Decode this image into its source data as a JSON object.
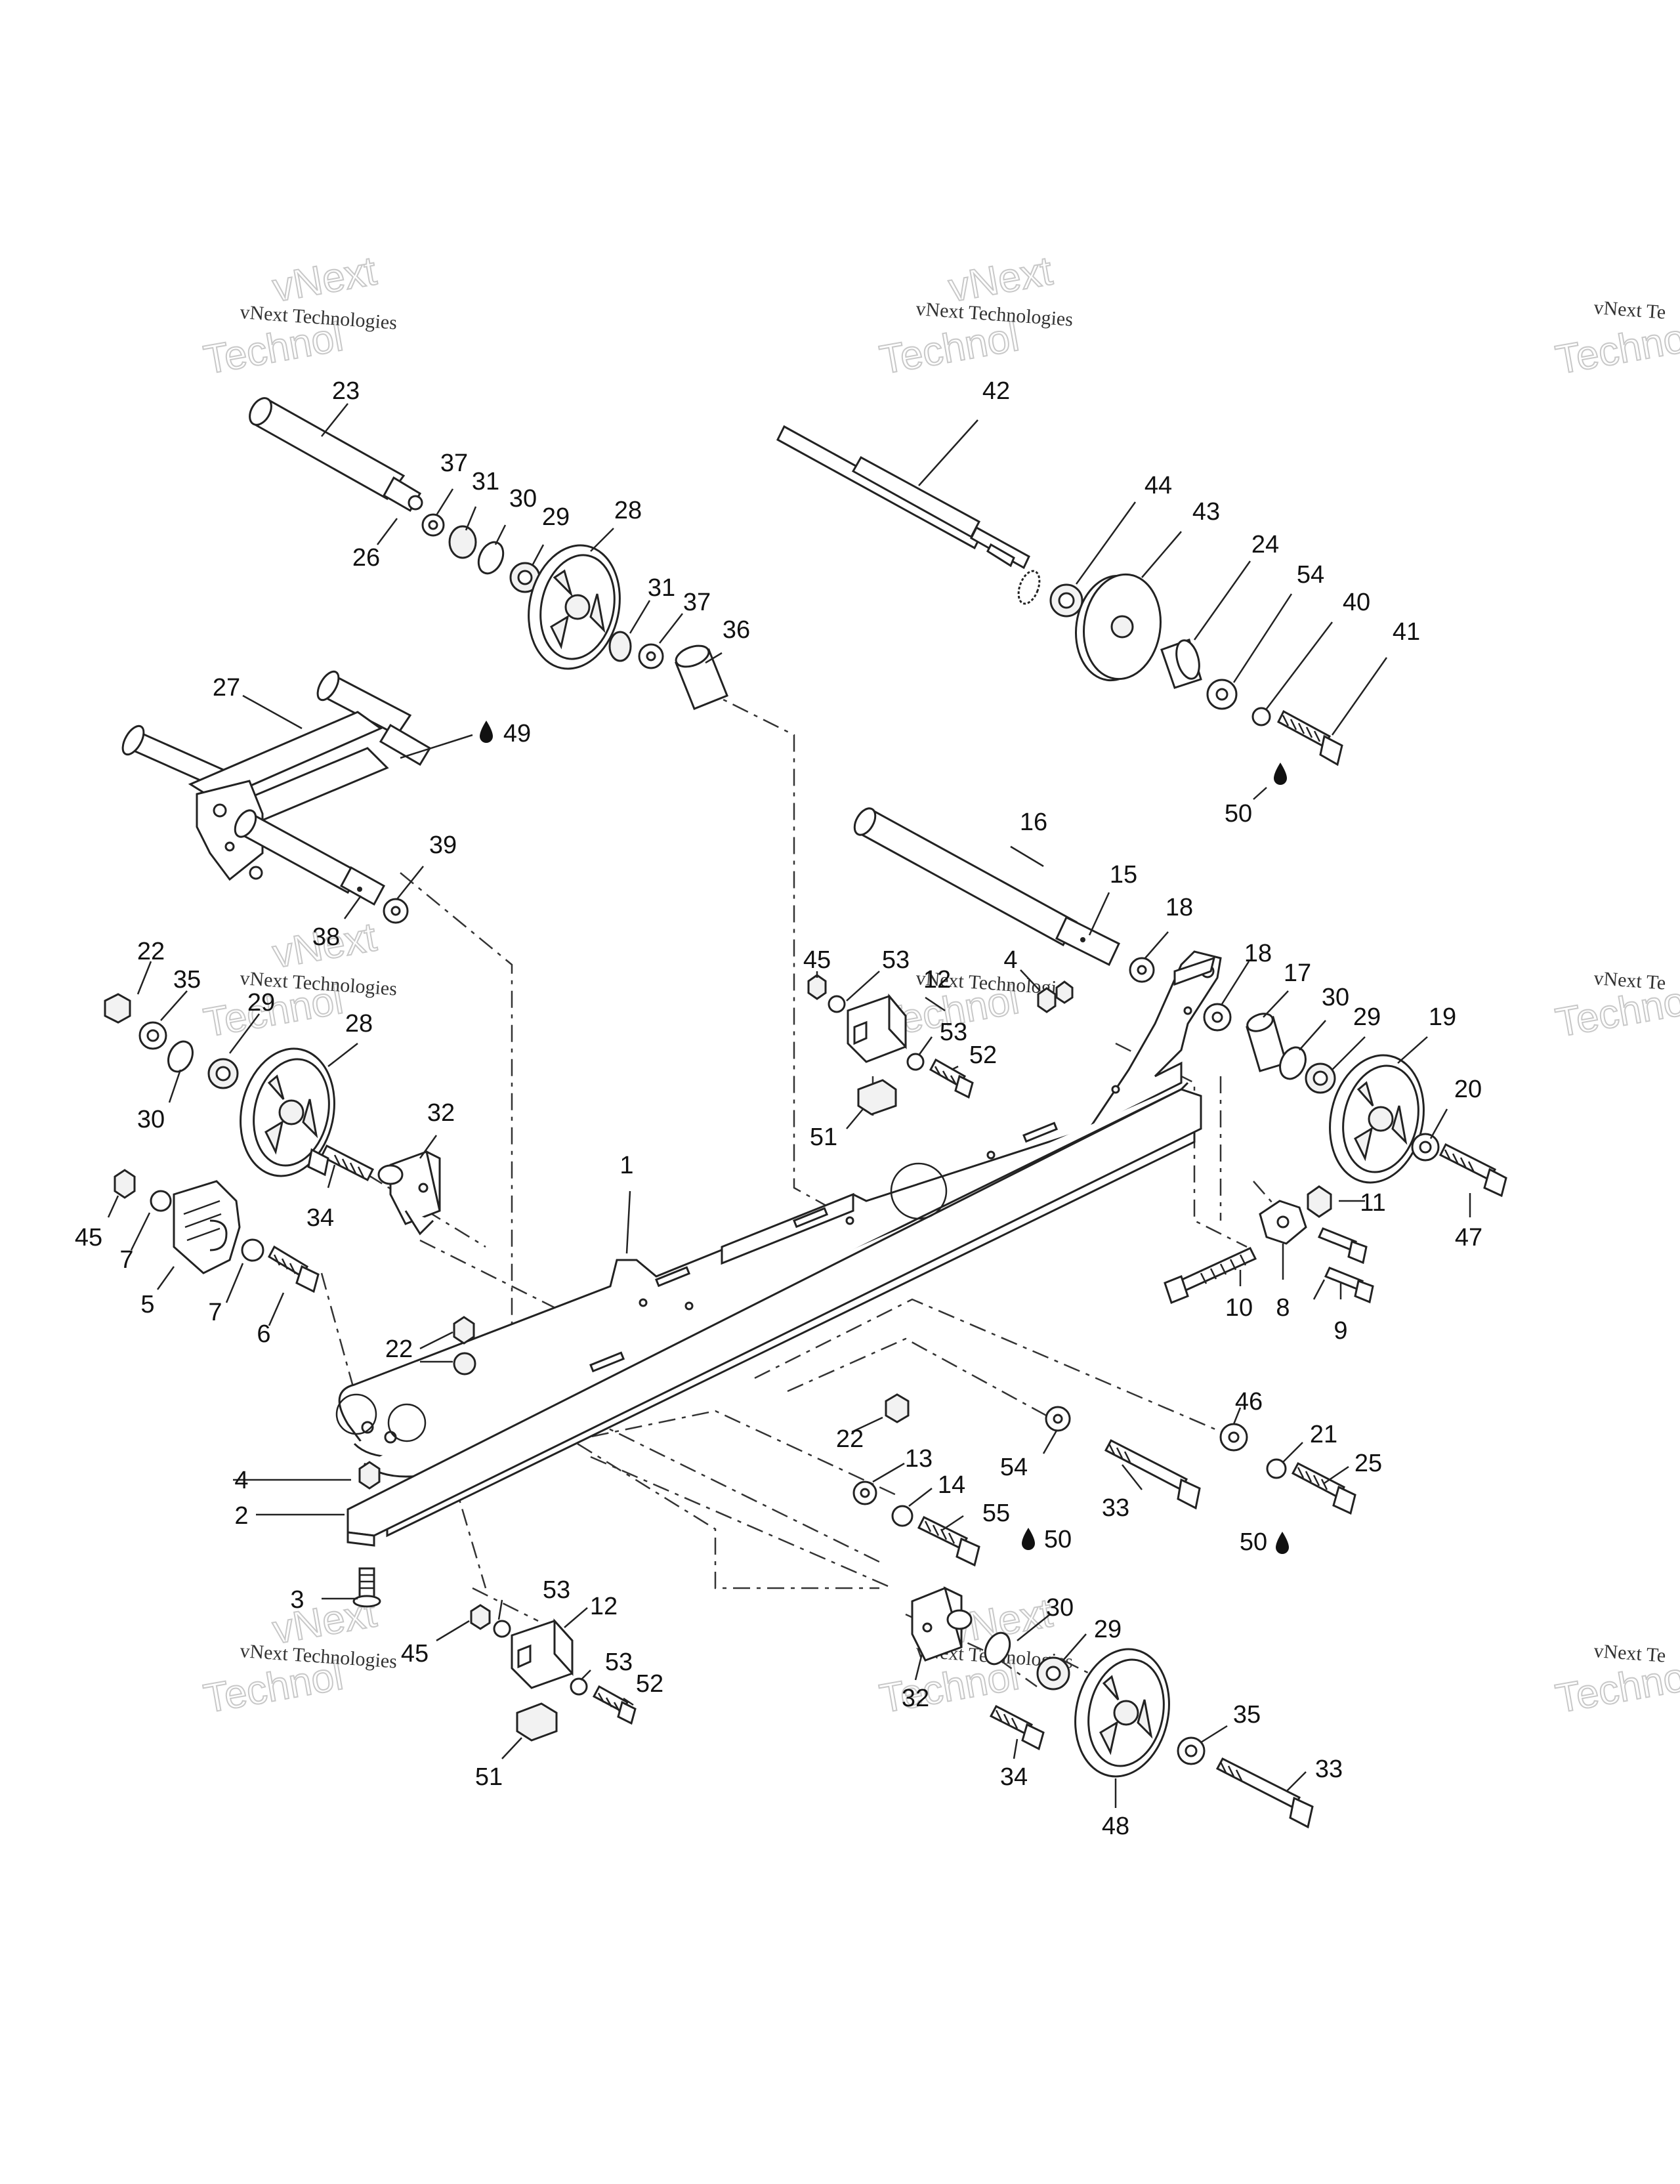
{
  "watermark": {
    "line1": "vNext Technologies",
    "line2": "vNext Technologies",
    "partial1": "vNext Te",
    "partial2": "vNext",
    "partial3": "Technol"
  },
  "callouts": [
    {
      "id": "c1",
      "text": "1"
    },
    {
      "id": "c2",
      "text": "2"
    },
    {
      "id": "c3",
      "text": "3"
    },
    {
      "id": "c4a",
      "text": "4"
    },
    {
      "id": "c4b",
      "text": "4"
    },
    {
      "id": "c5",
      "text": "5"
    },
    {
      "id": "c6",
      "text": "6"
    },
    {
      "id": "c7a",
      "text": "7"
    },
    {
      "id": "c7b",
      "text": "7"
    },
    {
      "id": "c8",
      "text": "8"
    },
    {
      "id": "c9",
      "text": "9"
    },
    {
      "id": "c10",
      "text": "10"
    },
    {
      "id": "c11",
      "text": "11"
    },
    {
      "id": "c12a",
      "text": "12"
    },
    {
      "id": "c12b",
      "text": "12"
    },
    {
      "id": "c13",
      "text": "13"
    },
    {
      "id": "c14",
      "text": "14"
    },
    {
      "id": "c15",
      "text": "15"
    },
    {
      "id": "c16",
      "text": "16"
    },
    {
      "id": "c17",
      "text": "17"
    },
    {
      "id": "c18a",
      "text": "18"
    },
    {
      "id": "c18b",
      "text": "18"
    },
    {
      "id": "c19",
      "text": "19"
    },
    {
      "id": "c20",
      "text": "20"
    },
    {
      "id": "c21",
      "text": "21"
    },
    {
      "id": "c22a",
      "text": "22"
    },
    {
      "id": "c22b",
      "text": "22"
    },
    {
      "id": "c22c",
      "text": "22"
    },
    {
      "id": "c23",
      "text": "23"
    },
    {
      "id": "c24",
      "text": "24"
    },
    {
      "id": "c25",
      "text": "25"
    },
    {
      "id": "c26",
      "text": "26"
    },
    {
      "id": "c27",
      "text": "27"
    },
    {
      "id": "c28a",
      "text": "28"
    },
    {
      "id": "c28b",
      "text": "28"
    },
    {
      "id": "c29a",
      "text": "29"
    },
    {
      "id": "c29b",
      "text": "29"
    },
    {
      "id": "c29c",
      "text": "29"
    },
    {
      "id": "c29d",
      "text": "29"
    },
    {
      "id": "c30a",
      "text": "30"
    },
    {
      "id": "c30b",
      "text": "30"
    },
    {
      "id": "c30c",
      "text": "30"
    },
    {
      "id": "c30d",
      "text": "30"
    },
    {
      "id": "c31a",
      "text": "31"
    },
    {
      "id": "c31b",
      "text": "31"
    },
    {
      "id": "c32a",
      "text": "32"
    },
    {
      "id": "c32b",
      "text": "32"
    },
    {
      "id": "c33a",
      "text": "33"
    },
    {
      "id": "c33b",
      "text": "33"
    },
    {
      "id": "c34a",
      "text": "34"
    },
    {
      "id": "c34b",
      "text": "34"
    },
    {
      "id": "c35a",
      "text": "35"
    },
    {
      "id": "c35b",
      "text": "35"
    },
    {
      "id": "c36",
      "text": "36"
    },
    {
      "id": "c37a",
      "text": "37"
    },
    {
      "id": "c37b",
      "text": "37"
    },
    {
      "id": "c38",
      "text": "38"
    },
    {
      "id": "c39",
      "text": "39"
    },
    {
      "id": "c40",
      "text": "40"
    },
    {
      "id": "c41",
      "text": "41"
    },
    {
      "id": "c42",
      "text": "42"
    },
    {
      "id": "c43",
      "text": "43"
    },
    {
      "id": "c44",
      "text": "44"
    },
    {
      "id": "c45a",
      "text": "45"
    },
    {
      "id": "c45b",
      "text": "45"
    },
    {
      "id": "c45c",
      "text": "45"
    },
    {
      "id": "c46",
      "text": "46"
    },
    {
      "id": "c47",
      "text": "47"
    },
    {
      "id": "c48",
      "text": "48"
    },
    {
      "id": "c49",
      "text": "49"
    },
    {
      "id": "c50a",
      "text": "50"
    },
    {
      "id": "c50b",
      "text": "50"
    },
    {
      "id": "c50c",
      "text": "50"
    },
    {
      "id": "c51a",
      "text": "51"
    },
    {
      "id": "c51b",
      "text": "51"
    },
    {
      "id": "c52a",
      "text": "52"
    },
    {
      "id": "c52b",
      "text": "52"
    },
    {
      "id": "c53a",
      "text": "53"
    },
    {
      "id": "c53b",
      "text": "53"
    },
    {
      "id": "c53c",
      "text": "53"
    },
    {
      "id": "c53d",
      "text": "53"
    },
    {
      "id": "c54a",
      "text": "54"
    },
    {
      "id": "c54b",
      "text": "54"
    },
    {
      "id": "c55",
      "text": "55"
    }
  ]
}
